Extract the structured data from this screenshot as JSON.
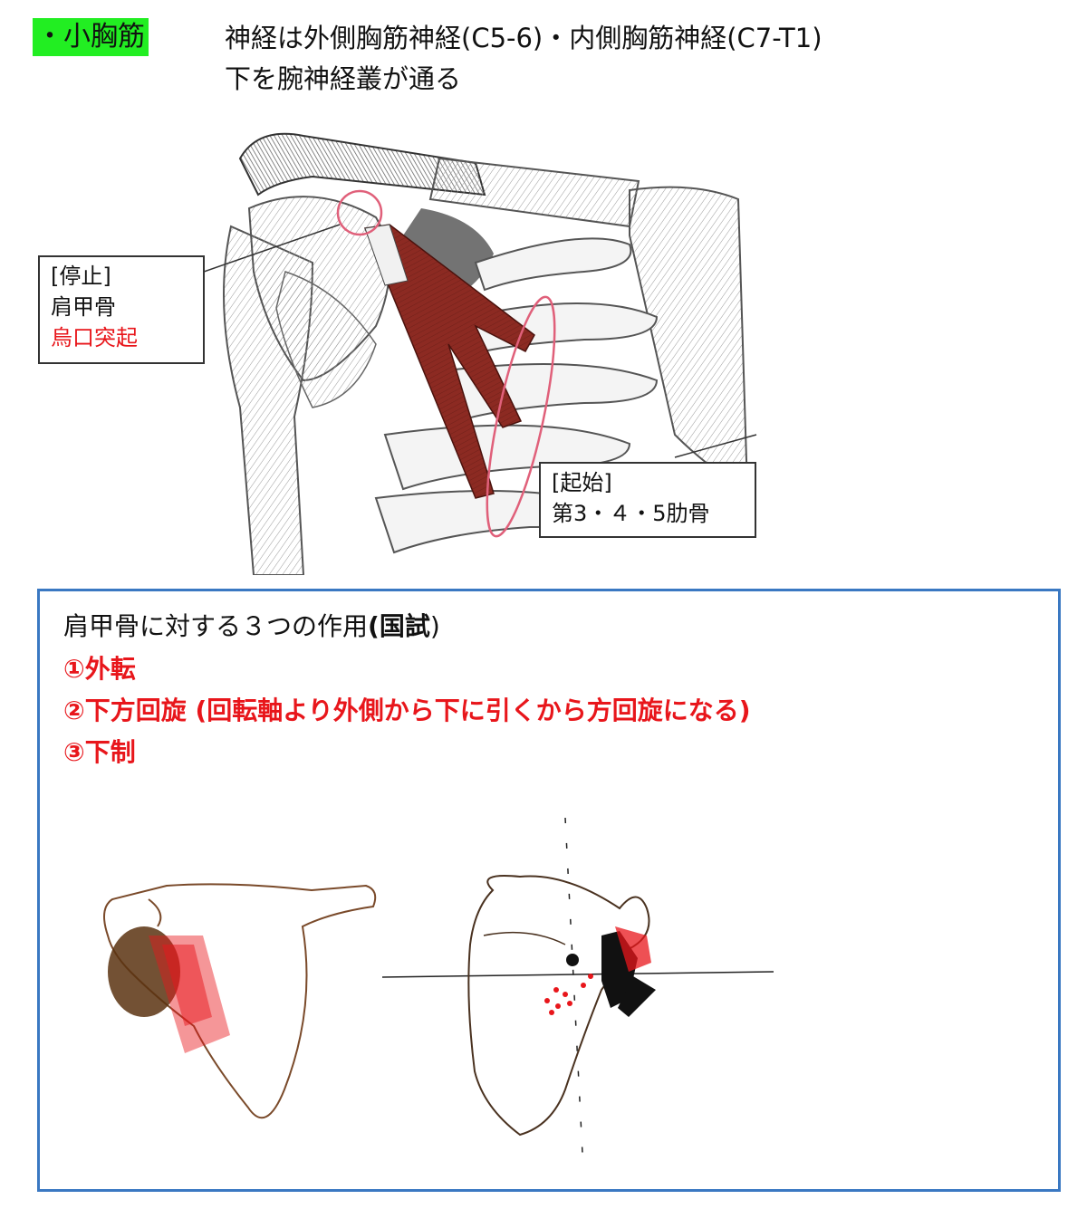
{
  "header": {
    "muscle_title": "・小胸筋",
    "nerve_line_1": "神経は外側胸筋神経(C5-6)・内側胸筋神経(C7-T1)",
    "nerve_line_2": "下を腕神経叢が通る"
  },
  "insertion_box": {
    "tag": "[停止]",
    "bone": "肩甲骨",
    "site": "烏口突起"
  },
  "origin_box": {
    "tag": "[起始]",
    "site": "第3・４・5肋骨"
  },
  "actions": {
    "title_prefix": "肩甲骨に対する３つの作用",
    "title_bold": "(国試",
    "title_suffix": ")",
    "items": [
      "①外転",
      "②下方回旋 (回転軸より外側から下に引くから方回旋になる)",
      "③下制"
    ]
  },
  "colors": {
    "highlight": "#22ee22",
    "emphasis": "#e8161b",
    "panel_border": "#3a78c2",
    "muscle": "#8c2a22"
  }
}
